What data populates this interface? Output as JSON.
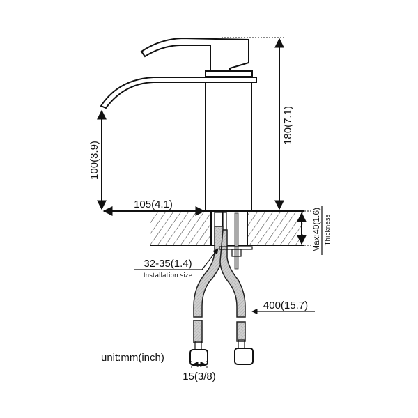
{
  "dimensions": {
    "total_height": "180(7.1)",
    "spout_height": "100(3.9)",
    "spout_reach": "105(4.1)",
    "counter_thickness": "Max:40(1.6)",
    "thickness_label": "Thickness",
    "installation_hole": "32-35(1.4)",
    "installation_label": "Installation size",
    "hose_length": "400(15.7)",
    "connector_size": "15(3/8)"
  },
  "unit_note": "unit:mm(inch)"
}
